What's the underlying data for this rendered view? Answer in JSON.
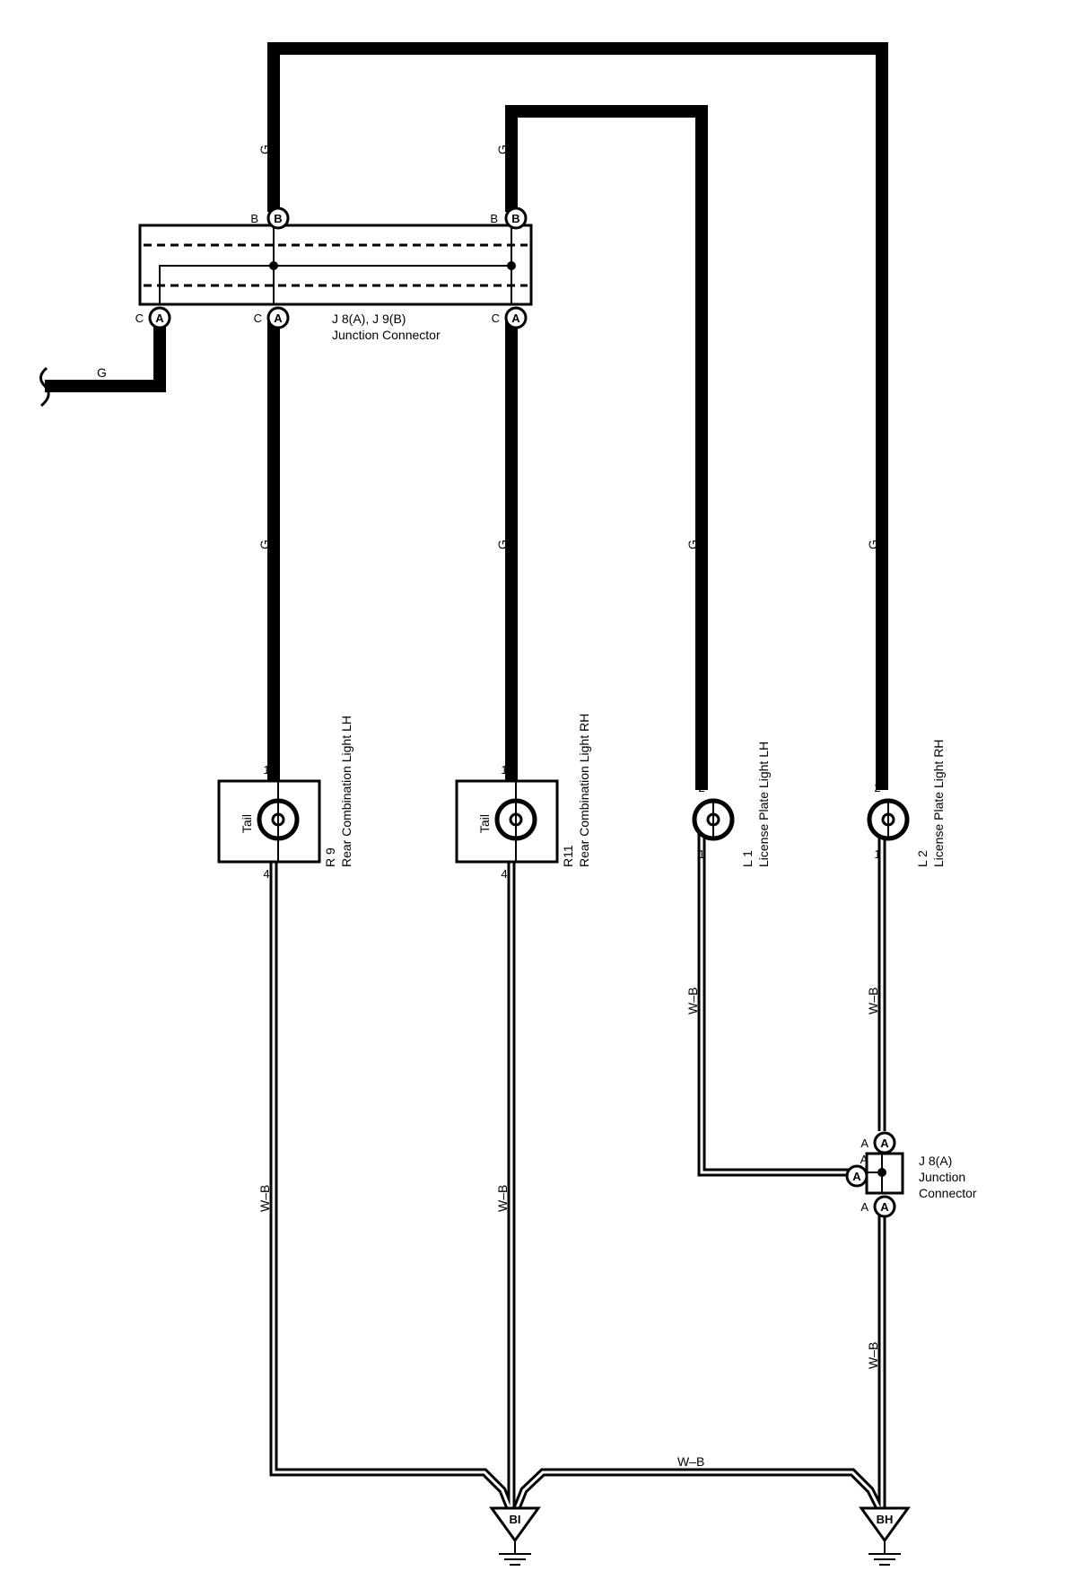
{
  "wire_colors": {
    "g": "G",
    "wb": "W–B"
  },
  "junction_connector_main": {
    "id": "J 8(A), J 9(B)",
    "name": "Junction Connector",
    "pin_b": "B",
    "pin_c": "C",
    "class_a": "A",
    "class_b": "B"
  },
  "junction_connector_small": {
    "id": "J 8(A)",
    "name_line1": "Junction",
    "name_line2": "Connector",
    "pin": "A",
    "class": "A"
  },
  "components": [
    {
      "id": "R 9",
      "name": "Rear Combination Light LH",
      "bulb": "Tail",
      "pin_top": "1",
      "pin_bottom": "4"
    },
    {
      "id": "R11",
      "name": "Rear Combination Light RH",
      "bulb": "Tail",
      "pin_top": "1",
      "pin_bottom": "4"
    },
    {
      "id": "L 1",
      "name": "License Plate Light LH",
      "pin_top": "2",
      "pin_bottom": "1"
    },
    {
      "id": "L 2",
      "name": "License Plate Light RH",
      "pin_top": "2",
      "pin_bottom": "1"
    }
  ],
  "grounds": [
    "BI",
    "BH"
  ],
  "colors": {
    "ink": "#000000",
    "paper": "#ffffff"
  }
}
